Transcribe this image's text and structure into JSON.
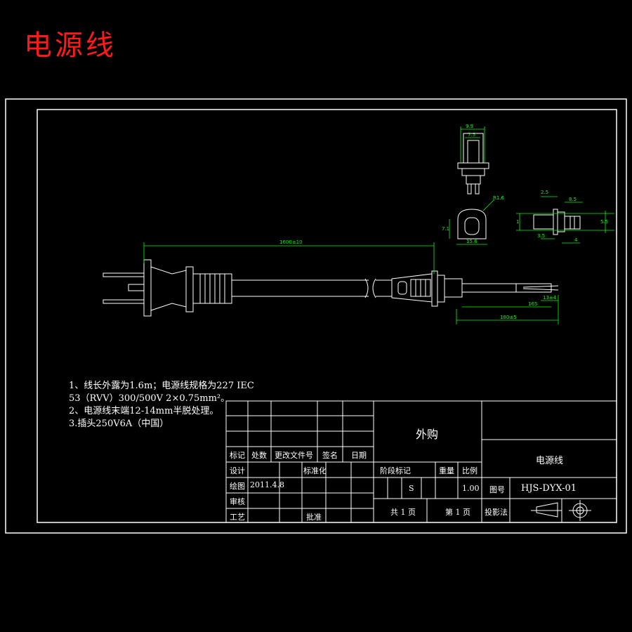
{
  "title": "电源线",
  "notes": [
    "1、线长外露为1.6m；电源线规格为227 IEC",
    "53（RVV）300/500V 2×0.75mm²。",
    "2、电源线末端12-14mm半脱处理。",
    "3.插头250V6A（中国）"
  ],
  "dimensions": {
    "total_length": "1600±10",
    "top_width": "9.9",
    "top_inner": "7.5",
    "mid_dia": "R1.6",
    "mid_width": "15.6",
    "mid_height": "7.1",
    "right_a": "2.5",
    "right_b": "8.5",
    "right_c": "1",
    "right_d": "5.5",
    "right_e": "3.5",
    "right_f": "4",
    "strip_len": "165",
    "tail": "13±4",
    "end_len": "180±5"
  },
  "title_block": {
    "headers": [
      "标记",
      "处数",
      "更改文件号",
      "签名",
      "日期"
    ],
    "design": "设计",
    "standardize": "标准化",
    "drawn": "绘图",
    "date": "2011.4.8",
    "review": "审核",
    "process": "工艺",
    "approve": "批准",
    "outsource": "外购",
    "stage_mark": "阶段标记",
    "weight": "重量",
    "scale": "比例",
    "stage_value": "S",
    "scale_value": "1.00",
    "drawing_no_label": "图号",
    "drawing_no": "HJS-DYX-01",
    "part_name": "电源线",
    "total_pages": "共 1 页",
    "page": "第 1 页",
    "projection": "投影法"
  }
}
